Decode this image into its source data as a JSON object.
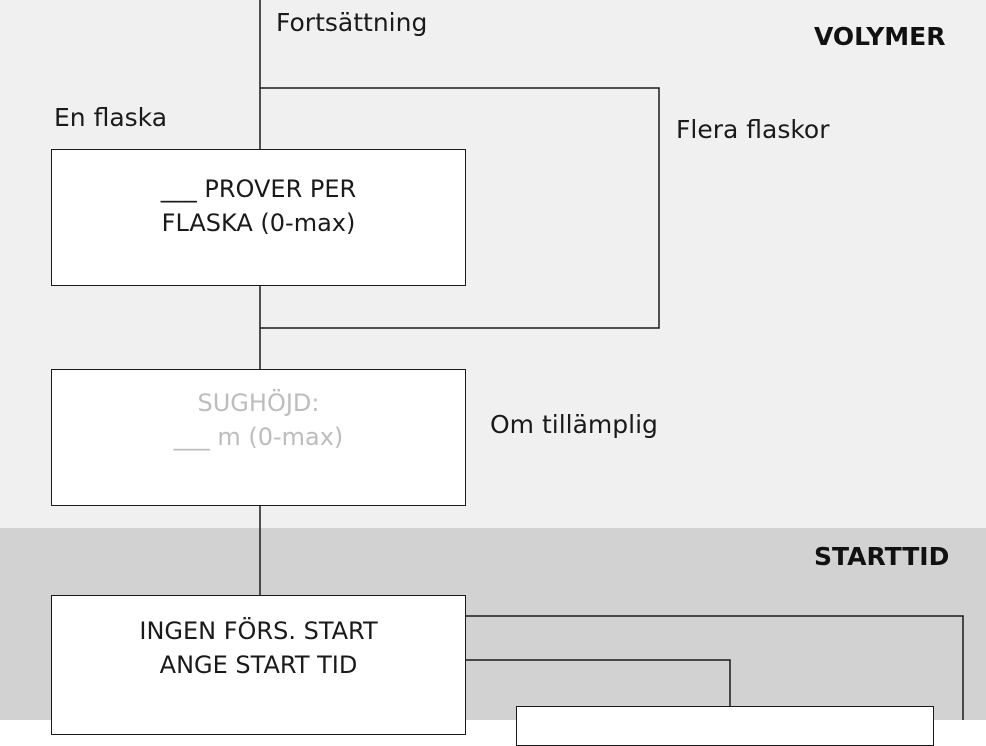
{
  "sections": {
    "volume": "VOLYMER",
    "start_time": "STARTTID"
  },
  "labels": {
    "continuation": "Fortsättning",
    "one_bottle": "En flaska",
    "multiple_bottles": "Flera flaskor",
    "if_applicable": "Om tillämplig"
  },
  "boxes": {
    "samples_per_bottle": {
      "line1": "___ PROVER PER",
      "line2": "FLASKA (0-max)"
    },
    "suction_height": {
      "line1": "SUGHÖJD:",
      "line2": "___ m (0-max)"
    },
    "no_delayed_start": {
      "line1": "INGEN FÖRS. START",
      "line2": "ANGE START TID"
    }
  },
  "colors": {
    "volume_band": "#f0f0f0",
    "start_band": "#d2d2d2",
    "dimmed_text": "#bdbdbd"
  }
}
